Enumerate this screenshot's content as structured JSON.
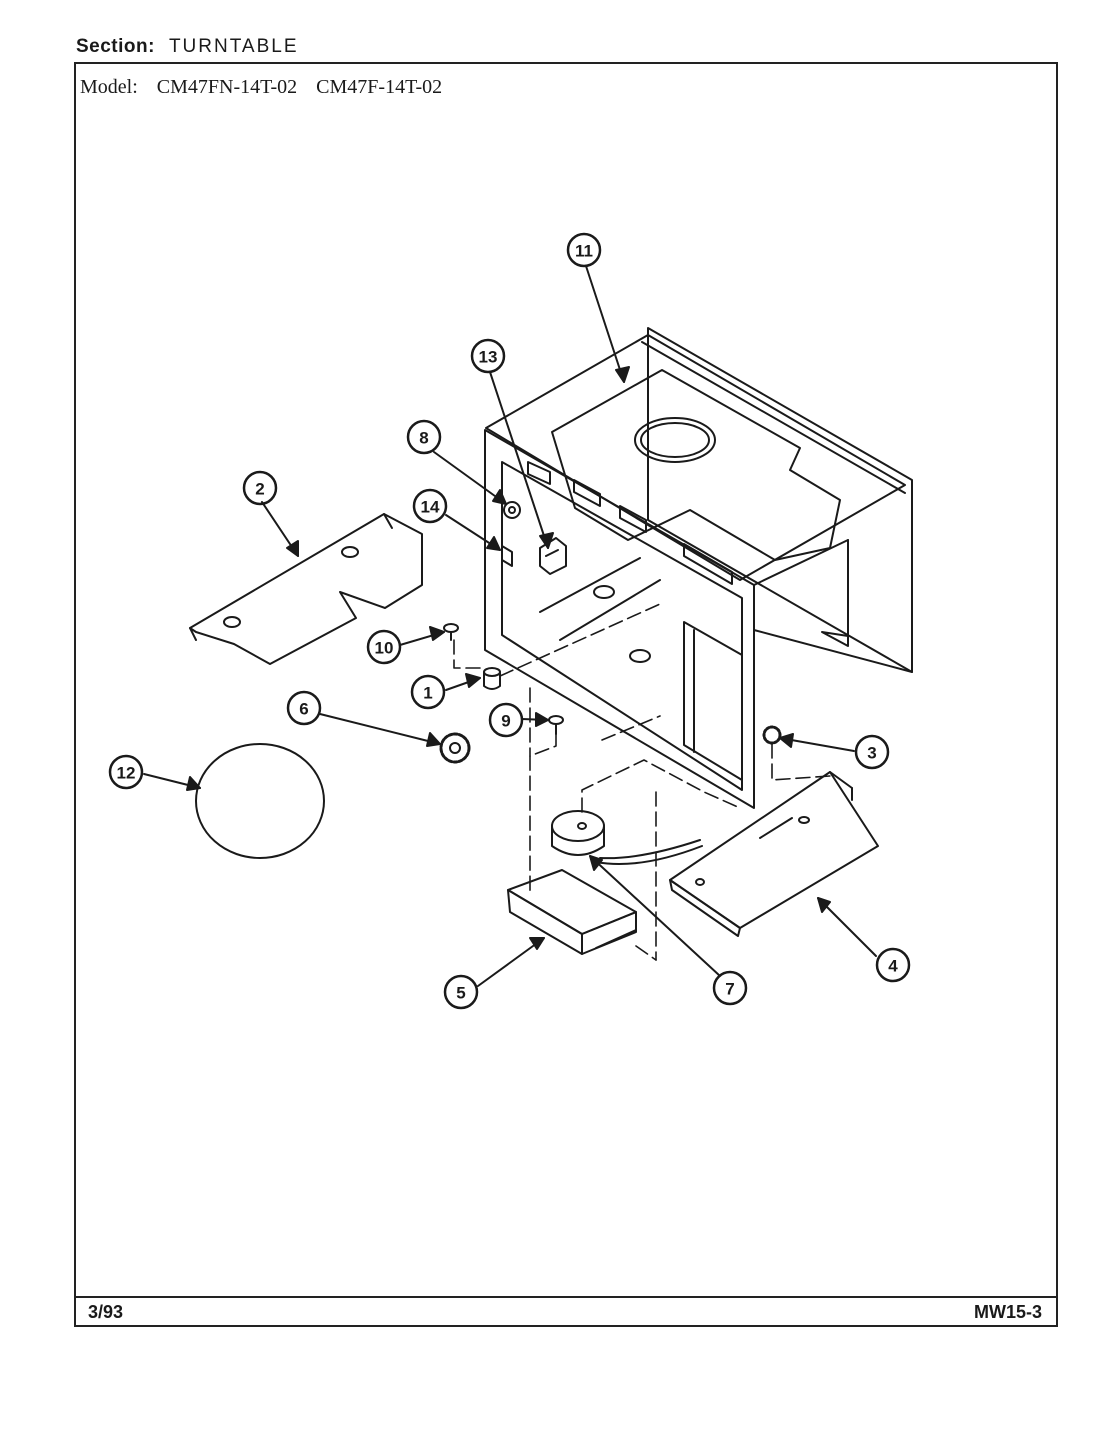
{
  "header": {
    "section_label": "Section:",
    "section_value": "TURNTABLE",
    "model_label": "Model:",
    "models": [
      "CM47FN-14T-02",
      "CM47F-14T-02"
    ]
  },
  "footer": {
    "date": "3/93",
    "page_code": "MW15-3"
  },
  "callouts": [
    "1",
    "2",
    "3",
    "4",
    "5",
    "6",
    "7",
    "8",
    "9",
    "10",
    "11",
    "12",
    "13",
    "14"
  ]
}
